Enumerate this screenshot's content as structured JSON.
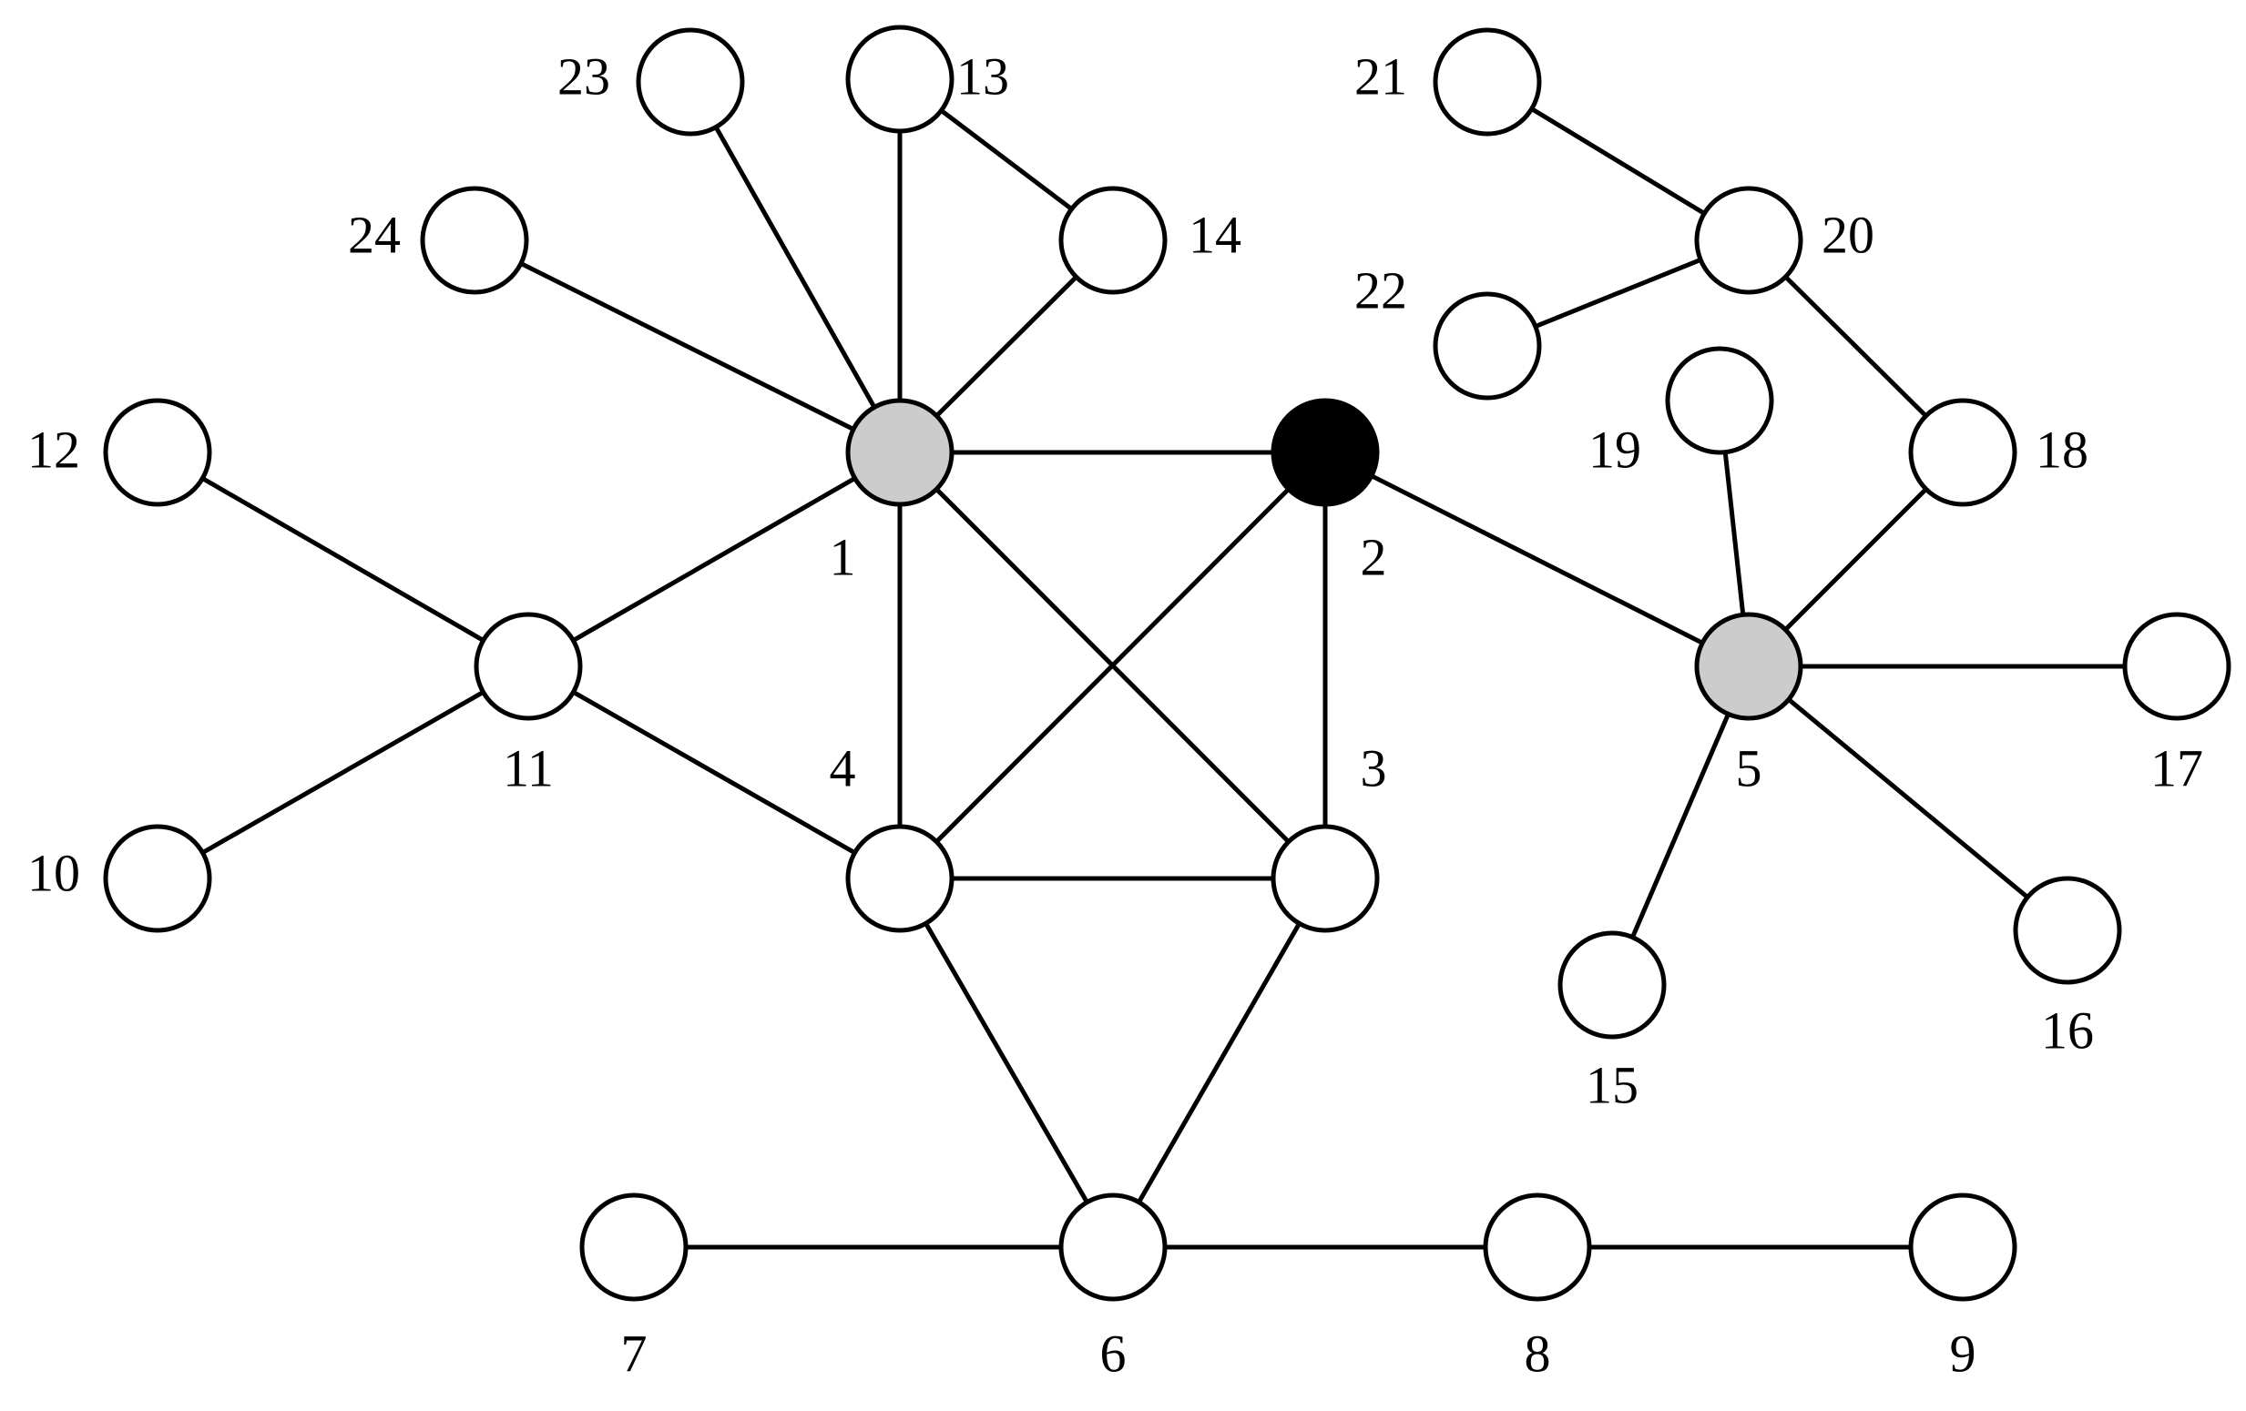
{
  "colors": {
    "default_node": "#ffffff",
    "highlight_node": "#cccccc",
    "source_node": "#000000"
  },
  "nodes": [
    {
      "id": "1",
      "label": "1",
      "fill": "highlight_node"
    },
    {
      "id": "2",
      "label": "2",
      "fill": "source_node"
    },
    {
      "id": "3",
      "label": "3",
      "fill": "default_node"
    },
    {
      "id": "4",
      "label": "4",
      "fill": "default_node"
    },
    {
      "id": "5",
      "label": "5",
      "fill": "highlight_node"
    },
    {
      "id": "6",
      "label": "6",
      "fill": "default_node"
    },
    {
      "id": "7",
      "label": "7",
      "fill": "default_node"
    },
    {
      "id": "8",
      "label": "8",
      "fill": "default_node"
    },
    {
      "id": "9",
      "label": "9",
      "fill": "default_node"
    },
    {
      "id": "10",
      "label": "10",
      "fill": "default_node"
    },
    {
      "id": "11",
      "label": "11",
      "fill": "default_node"
    },
    {
      "id": "12",
      "label": "12",
      "fill": "default_node"
    },
    {
      "id": "13",
      "label": "13",
      "fill": "default_node"
    },
    {
      "id": "14",
      "label": "14",
      "fill": "default_node"
    },
    {
      "id": "15",
      "label": "15",
      "fill": "default_node"
    },
    {
      "id": "16",
      "label": "16",
      "fill": "default_node"
    },
    {
      "id": "17",
      "label": "17",
      "fill": "default_node"
    },
    {
      "id": "18",
      "label": "18",
      "fill": "default_node"
    },
    {
      "id": "19",
      "label": "19",
      "fill": "default_node"
    },
    {
      "id": "20",
      "label": "20",
      "fill": "default_node"
    },
    {
      "id": "21",
      "label": "21",
      "fill": "default_node"
    },
    {
      "id": "22",
      "label": "22",
      "fill": "default_node"
    },
    {
      "id": "23",
      "label": "23",
      "fill": "default_node"
    },
    {
      "id": "24",
      "label": "24",
      "fill": "default_node"
    }
  ],
  "edges": [
    [
      "1",
      "2"
    ],
    [
      "1",
      "3"
    ],
    [
      "1",
      "4"
    ],
    [
      "1",
      "11"
    ],
    [
      "1",
      "13"
    ],
    [
      "1",
      "14"
    ],
    [
      "1",
      "23"
    ],
    [
      "1",
      "24"
    ],
    [
      "2",
      "3"
    ],
    [
      "2",
      "4"
    ],
    [
      "2",
      "5"
    ],
    [
      "3",
      "4"
    ],
    [
      "3",
      "6"
    ],
    [
      "4",
      "6"
    ],
    [
      "4",
      "11"
    ],
    [
      "6",
      "7"
    ],
    [
      "6",
      "8"
    ],
    [
      "8",
      "9"
    ],
    [
      "10",
      "11"
    ],
    [
      "11",
      "12"
    ],
    [
      "13",
      "14"
    ],
    [
      "5",
      "15"
    ],
    [
      "5",
      "16"
    ],
    [
      "5",
      "17"
    ],
    [
      "5",
      "18"
    ],
    [
      "5",
      "19"
    ],
    [
      "18",
      "20"
    ],
    [
      "20",
      "21"
    ],
    [
      "20",
      "22"
    ]
  ]
}
